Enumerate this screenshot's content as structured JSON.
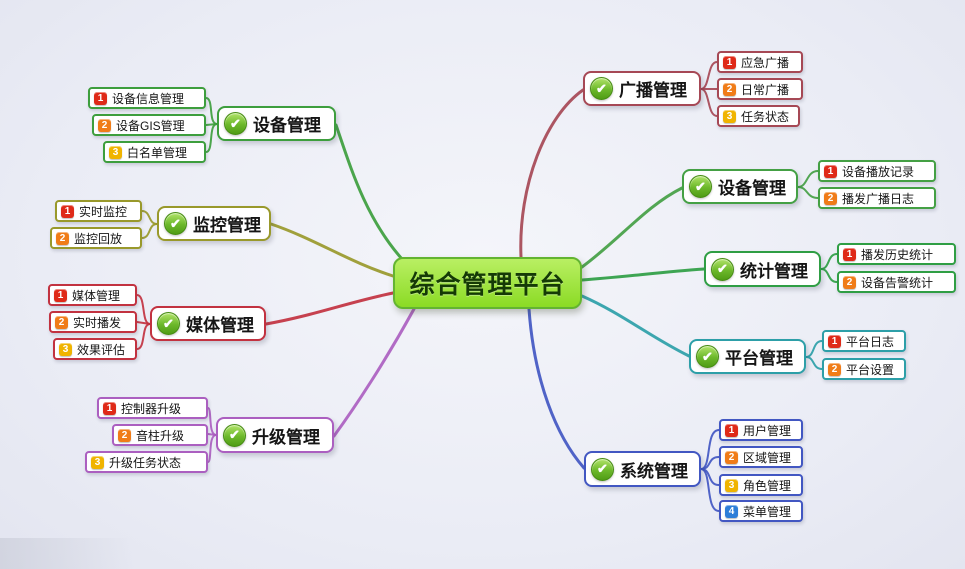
{
  "center": {
    "label": "综合管理平台",
    "fill_top": "#b9ef63",
    "fill_bottom": "#8bdb25",
    "border": "#63b431",
    "text_color": "#153a06"
  },
  "icons": {
    "check": "✔"
  },
  "badge_colors": {
    "1": "#df2a18",
    "2": "#f07c18",
    "3": "#f0b400",
    "4": "#2e7ed8"
  },
  "branches": [
    {
      "label": "设备管理",
      "color": "#3d9e3d",
      "children": [
        {
          "num": "1",
          "label": "设备信息管理"
        },
        {
          "num": "2",
          "label": "设备GIS管理"
        },
        {
          "num": "3",
          "label": "白名单管理"
        }
      ]
    },
    {
      "label": "监控管理",
      "color": "#99992b",
      "children": [
        {
          "num": "1",
          "label": "实时监控"
        },
        {
          "num": "2",
          "label": "监控回放"
        }
      ]
    },
    {
      "label": "媒体管理",
      "color": "#c23240",
      "children": [
        {
          "num": "1",
          "label": "媒体管理"
        },
        {
          "num": "2",
          "label": "实时播发"
        },
        {
          "num": "3",
          "label": "效果评估"
        }
      ]
    },
    {
      "label": "升级管理",
      "color": "#ab5fc0",
      "children": [
        {
          "num": "1",
          "label": "控制器升级"
        },
        {
          "num": "2",
          "label": "音柱升级"
        },
        {
          "num": "3",
          "label": "升级任务状态"
        }
      ]
    },
    {
      "label": "广播管理",
      "color": "#a64855",
      "children": [
        {
          "num": "1",
          "label": "应急广播"
        },
        {
          "num": "2",
          "label": "日常广播"
        },
        {
          "num": "3",
          "label": "任务状态"
        }
      ]
    },
    {
      "label": "设备管理",
      "color": "#44a044",
      "children": [
        {
          "num": "1",
          "label": "设备播放记录"
        },
        {
          "num": "2",
          "label": "播发广播日志"
        }
      ]
    },
    {
      "label": "统计管理",
      "color": "#2f9e44",
      "children": [
        {
          "num": "1",
          "label": "播发历史统计"
        },
        {
          "num": "2",
          "label": "设备告警统计"
        }
      ]
    },
    {
      "label": "平台管理",
      "color": "#2d9fa8",
      "children": [
        {
          "num": "1",
          "label": "平台日志"
        },
        {
          "num": "2",
          "label": "平台设置"
        }
      ]
    },
    {
      "label": "系统管理",
      "color": "#4257c2",
      "children": [
        {
          "num": "1",
          "label": "用户管理"
        },
        {
          "num": "2",
          "label": "区域管理"
        },
        {
          "num": "3",
          "label": "角色管理"
        },
        {
          "num": "4",
          "label": "菜单管理"
        }
      ]
    }
  ]
}
